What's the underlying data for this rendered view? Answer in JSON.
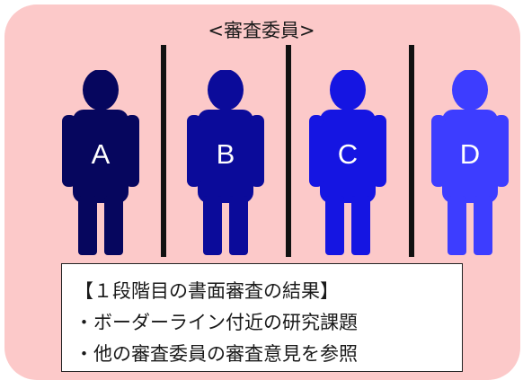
{
  "header": {
    "title": "<審査委員>"
  },
  "reviewers": [
    {
      "label": "A",
      "color": "#06065e"
    },
    {
      "label": "B",
      "color": "#0b0b9a"
    },
    {
      "label": "C",
      "color": "#1515e2"
    },
    {
      "label": "D",
      "color": "#3d3dff"
    }
  ],
  "notes": [
    "【１段階目の書面審査の結果】",
    "・ボーダーライン付近の研究課題",
    "・他の審査委員の審査意見を参照"
  ]
}
